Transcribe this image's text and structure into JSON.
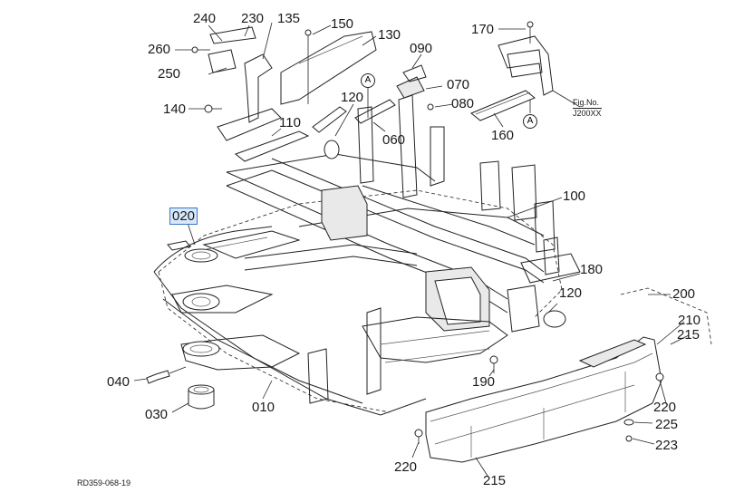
{
  "figure": {
    "drawing_code": "RD359-068-19",
    "fig_ref": [
      "Fig.No.",
      "J200XX"
    ],
    "reference_mark": "A"
  },
  "callouts": {
    "c240": "240",
    "c230": "230",
    "c135": "135",
    "c150": "150",
    "c130": "130",
    "c090": "090",
    "c170": "170",
    "c260": "260",
    "c250": "250",
    "c070": "070",
    "c080": "080",
    "c120a": "120",
    "c140": "140",
    "c110": "110",
    "c060": "060",
    "c160": "160",
    "c100": "100",
    "c020": "020",
    "c180": "180",
    "c120b": "120",
    "c200": "200",
    "c210": "210",
    "c215a": "215",
    "c040": "040",
    "c190": "190",
    "c010": "010",
    "c030": "030",
    "c220a": "220",
    "c225": "225",
    "c223": "223",
    "c220b": "220",
    "c215b": "215"
  },
  "selected_callout": "020"
}
